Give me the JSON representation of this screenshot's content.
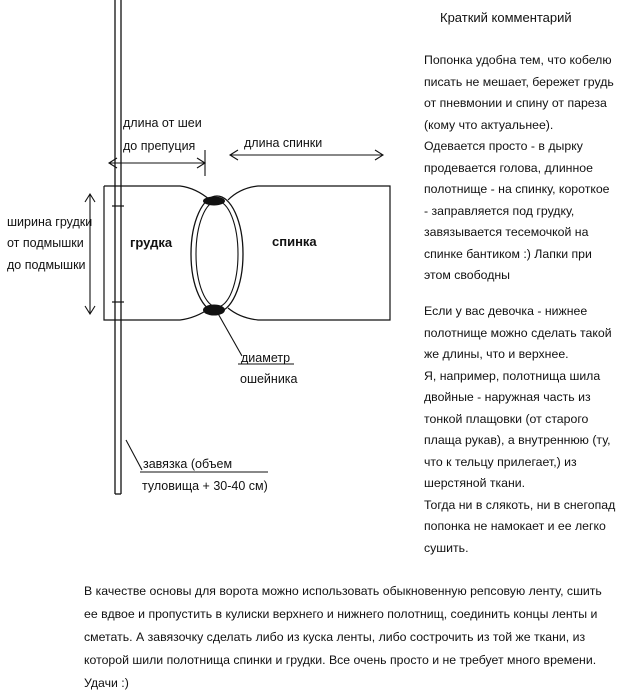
{
  "diagram": {
    "labels": {
      "neck_to_chest_1": "длина от шеи",
      "neck_to_chest_2": "до препуция",
      "back_length": "длина спинки",
      "chest_width_1": "ширина грудки",
      "chest_width_2": "от подмышки",
      "chest_width_3": "до подмышки",
      "chest": "грудка",
      "back": "спинка",
      "collar_1": "диаметр",
      "collar_2": "ошейника",
      "tie_1": "завязка  (объем",
      "tie_2": "туловища + 30-40 см)"
    }
  },
  "comment": {
    "title": "Краткий комментарий",
    "paragraph1": "Попонка удобна тем, что кобелю писать не мешает, бережет грудь от пневмонии и спину от пареза (кому что актуальнее).\nОдевается просто - в дырку продевается голова, длинное полотнище - на спинку, короткое - заправляется под грудку, завязывается тесемочкой на спинке бантиком :) Лапки при этом свободны",
    "paragraph2": "Если у вас девочка - нижнее полотнище можно сделать такой же длины, что и верхнее.\nЯ, например, полотнища шила двойные - наружная часть из тонкой плащовки (от старого плаща рукав), а внутреннюю  (ту, что к тельцу прилегает,) из шерстяной ткани.\nТогда ни в слякоть, ни в снегопад попонка не намокает и ее легко сушить."
  },
  "bottom_note": "В качестве основы для ворота можно использовать обыкновенную репсовую ленту, сшить ее вдвое и пропустить в кулиски верхнего и нижнего полотнищ, соединить концы ленты и сметать. А завязочку сделать либо из куска ленты, либо сострочить из той же ткани, из которой шили полотнища спинки и грудки. Все очень просто и не требует много времени. Удачи :)"
}
